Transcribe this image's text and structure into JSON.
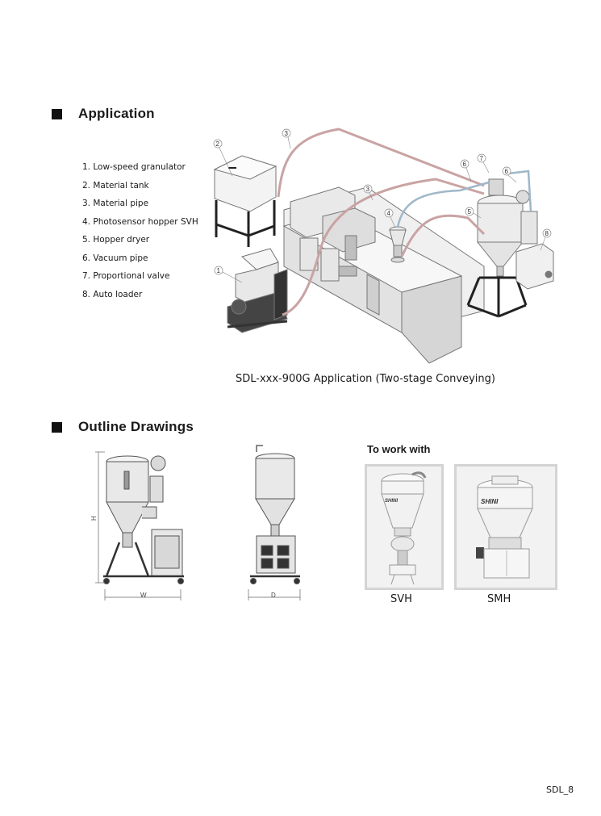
{
  "application": {
    "title": "Application",
    "items": [
      "1. Low-speed granulator",
      "2. Material tank",
      "3. Material pipe",
      "4. Photosensor hopper SVH",
      "5. Hopper dryer",
      "6. Vacuum pipe",
      "7. Proportional  valve",
      "8. Auto loader"
    ],
    "caption": "SDL-xxx-900G Application (Two-stage Conveying)",
    "callouts": [
      "1",
      "2",
      "3",
      "3",
      "4",
      "5",
      "6",
      "6",
      "7",
      "8"
    ]
  },
  "outline": {
    "title": "Outline Drawings",
    "dim_h": "H",
    "dim_w": "W",
    "dim_d": "D"
  },
  "work_with": {
    "title": "To work with",
    "products": [
      "SVH",
      "SMH"
    ],
    "logo_text": "SHINI"
  },
  "page_number": "SDL_8",
  "colors": {
    "pipe": "#c9a3a3",
    "vacuum_pipe": "#9fb8c9",
    "machine": "#efefef"
  }
}
